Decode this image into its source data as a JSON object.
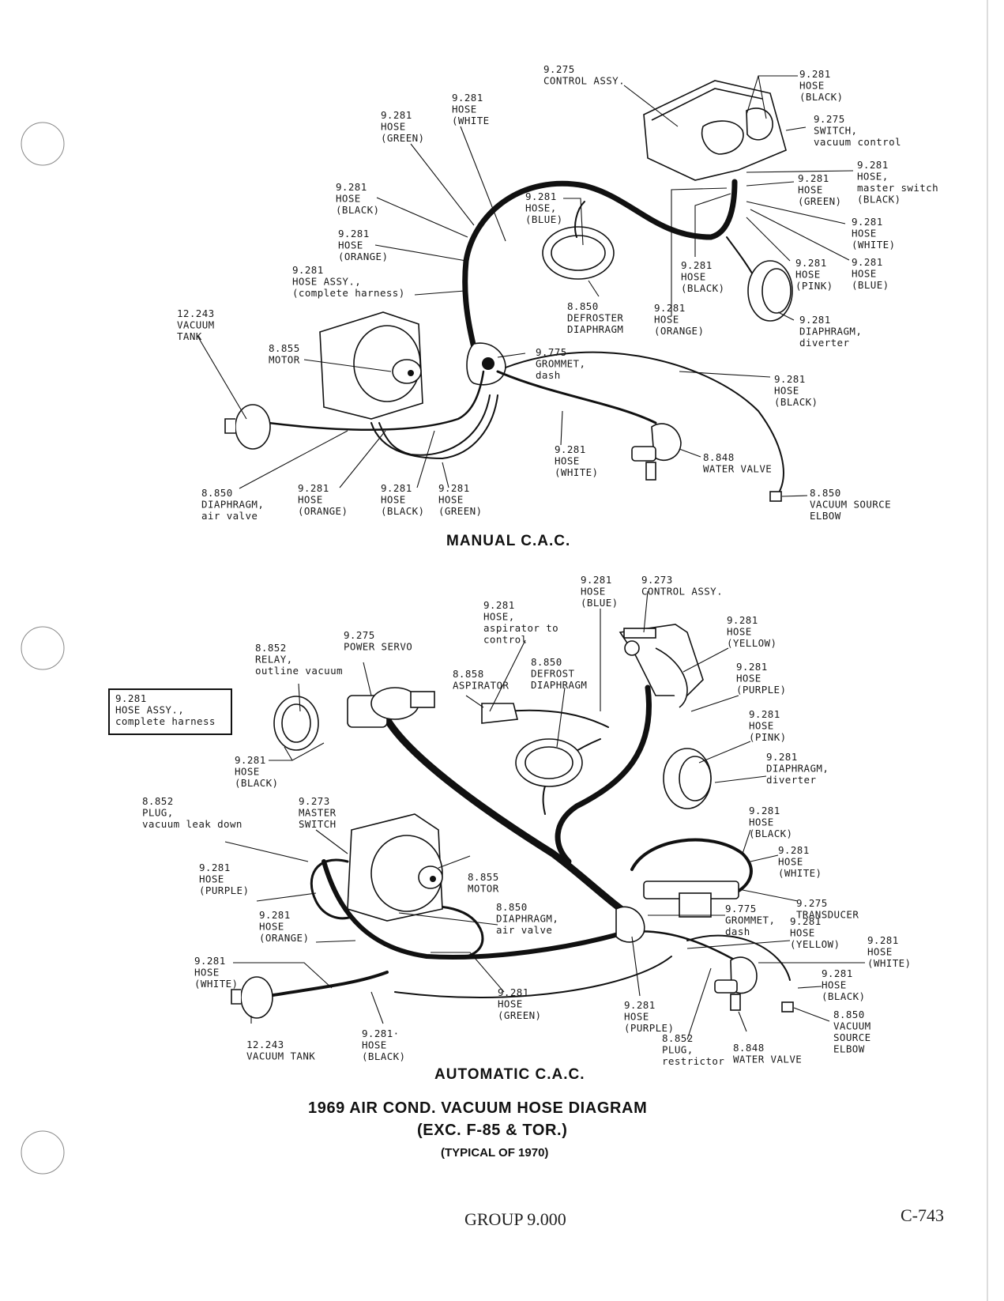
{
  "manual": {
    "title": "MANUAL  C.A.C.",
    "labels": [
      {
        "id": "m-control-assy",
        "lines": [
          "9.275",
          "CONTROL ASSY."
        ]
      },
      {
        "id": "m-hose-white-top",
        "lines": [
          "9.281",
          "HOSE",
          "(WHITE"
        ]
      },
      {
        "id": "m-hose-green-top",
        "lines": [
          "9.281",
          "HOSE",
          "(GREEN)"
        ]
      },
      {
        "id": "m-hose-black-tr",
        "lines": [
          "9.281",
          "HOSE",
          "(BLACK)"
        ]
      },
      {
        "id": "m-switch",
        "lines": [
          "9.275",
          "SWITCH,",
          "vacuum control"
        ]
      },
      {
        "id": "m-master-switch",
        "lines": [
          "9.281",
          "HOSE,",
          "master switch",
          "(BLACK)"
        ]
      },
      {
        "id": "m-hose-green-r",
        "lines": [
          "9.281",
          "HOSE",
          "(GREEN)"
        ]
      },
      {
        "id": "m-hose-white-r",
        "lines": [
          "9.281",
          "HOSE",
          "(WHITE)"
        ]
      },
      {
        "id": "m-hose-blue-r",
        "lines": [
          "9.281",
          "HOSE",
          "(BLUE)"
        ]
      },
      {
        "id": "m-hose-pink",
        "lines": [
          "9.281",
          "HOSE",
          "(PINK)"
        ]
      },
      {
        "id": "m-hose-black-mid",
        "lines": [
          "9.281",
          "HOSE",
          "(BLACK)"
        ]
      },
      {
        "id": "m-hose-orange-mid",
        "lines": [
          "9.281",
          "HOSE",
          "(ORANGE)"
        ]
      },
      {
        "id": "m-diaphragm-diverter",
        "lines": [
          "9.281",
          "DIAPHRAGM,",
          "diverter"
        ]
      },
      {
        "id": "m-hose-blue",
        "lines": [
          "9.281",
          "HOSE,",
          "(BLUE)"
        ]
      },
      {
        "id": "m-defroster",
        "lines": [
          "8.850",
          "DEFROSTER",
          "DIAPHRAGM"
        ]
      },
      {
        "id": "m-hose-black-l",
        "lines": [
          "9.281",
          "HOSE",
          "(BLACK)"
        ]
      },
      {
        "id": "m-hose-orange-l",
        "lines": [
          "9.281",
          "HOSE",
          "(ORANGE)"
        ]
      },
      {
        "id": "m-harness",
        "lines": [
          "9.281",
          "HOSE ASSY.,",
          "(complete harness)"
        ]
      },
      {
        "id": "m-vacuum-tank",
        "lines": [
          "12.243",
          "VACUUM",
          "TANK"
        ]
      },
      {
        "id": "m-motor",
        "lines": [
          "8.855",
          "MOTOR"
        ]
      },
      {
        "id": "m-grommet",
        "lines": [
          "9.775",
          "GROMMET,",
          "dash"
        ]
      },
      {
        "id": "m-hose-black-far",
        "lines": [
          "9.281",
          "HOSE",
          "(BLACK)"
        ]
      },
      {
        "id": "m-hose-white-bot",
        "lines": [
          "9.281",
          "HOSE",
          "(WHITE)"
        ]
      },
      {
        "id": "m-water-valve",
        "lines": [
          "8.848",
          "WATER VALVE"
        ]
      },
      {
        "id": "m-source-elbow",
        "lines": [
          "8.850",
          "VACUUM SOURCE",
          "ELBOW"
        ]
      },
      {
        "id": "m-air-valve",
        "lines": [
          "8.850",
          "DIAPHRAGM,",
          "air valve"
        ]
      },
      {
        "id": "m-hose-orange-b",
        "lines": [
          "9.281",
          "HOSE",
          "(ORANGE)"
        ]
      },
      {
        "id": "m-hose-black-b",
        "lines": [
          "9.281",
          "HOSE",
          "(BLACK)"
        ]
      },
      {
        "id": "m-hose-green-b",
        "lines": [
          "9.281",
          "HOSE",
          "(GREEN)"
        ]
      }
    ]
  },
  "automatic": {
    "title": "AUTOMATIC  C.A.C.",
    "labels": [
      {
        "id": "a-hose-blue",
        "lines": [
          "9.281",
          "HOSE",
          "(BLUE)"
        ]
      },
      {
        "id": "a-control-assy",
        "lines": [
          "9.273",
          "CONTROL ASSY."
        ]
      },
      {
        "id": "a-aspirator-hose",
        "lines": [
          "9.281",
          "HOSE,",
          "aspirator to",
          "control"
        ]
      },
      {
        "id": "a-power-servo",
        "lines": [
          "9.275",
          "POWER SERVO"
        ]
      },
      {
        "id": "a-relay",
        "lines": [
          "8.852",
          "RELAY,",
          "outline vacuum"
        ]
      },
      {
        "id": "a-aspirator",
        "lines": [
          "8.858",
          "ASPIRATOR"
        ]
      },
      {
        "id": "a-defrost",
        "lines": [
          "8.850",
          "DEFROST",
          "DIAPHRAGM"
        ]
      },
      {
        "id": "a-hose-yellow-t",
        "lines": [
          "9.281",
          "HOSE",
          "(YELLOW)"
        ]
      },
      {
        "id": "a-hose-purple-t",
        "lines": [
          "9.281",
          "HOSE",
          "(PURPLE)"
        ]
      },
      {
        "id": "a-hose-pink",
        "lines": [
          "9.281",
          "HOSE",
          "(PINK)"
        ]
      },
      {
        "id": "a-diverter",
        "lines": [
          "9.281",
          "DIAPHRAGM,",
          "diverter"
        ]
      },
      {
        "id": "a-hose-black-l",
        "lines": [
          "9.281",
          "HOSE",
          "(BLACK)"
        ]
      },
      {
        "id": "a-plug-leak",
        "lines": [
          "8.852",
          "PLUG,",
          "vacuum leak down"
        ]
      },
      {
        "id": "a-master-switch",
        "lines": [
          "9.273",
          "MASTER",
          "SWITCH"
        ]
      },
      {
        "id": "a-hose-black-r",
        "lines": [
          "9.281",
          "HOSE",
          "(BLACK)"
        ]
      },
      {
        "id": "a-hose-white-r",
        "lines": [
          "9.281",
          "HOSE",
          "(WHITE)"
        ]
      },
      {
        "id": "a-transducer",
        "lines": [
          "9.275",
          "TRANSDUCER"
        ]
      },
      {
        "id": "a-grommet",
        "lines": [
          "9.775",
          "GROMMET,",
          "dash"
        ]
      },
      {
        "id": "a-hose-yellow-b",
        "lines": [
          "9.281",
          "HOSE",
          "(YELLOW)"
        ]
      },
      {
        "id": "a-hose-white-far",
        "lines": [
          "9.281",
          "HOSE",
          "(WHITE)"
        ]
      },
      {
        "id": "a-hose-black-far",
        "lines": [
          "9.281",
          "HOSE",
          "(BLACK)"
        ]
      },
      {
        "id": "a-source-elbow",
        "lines": [
          "8.850",
          "VACUUM",
          "SOURCE",
          "ELBOW"
        ]
      },
      {
        "id": "a-hose-purple-l",
        "lines": [
          "9.281",
          "HOSE",
          "(PURPLE)"
        ]
      },
      {
        "id": "a-motor",
        "lines": [
          "8.855",
          "MOTOR"
        ]
      },
      {
        "id": "a-air-valve",
        "lines": [
          "8.850",
          "DIAPHRAGM,",
          "air valve"
        ]
      },
      {
        "id": "a-hose-orange",
        "lines": [
          "9.281",
          "HOSE",
          "(ORANGE)"
        ]
      },
      {
        "id": "a-hose-white-l",
        "lines": [
          "9.281",
          "HOSE",
          "(WHITE)"
        ]
      },
      {
        "id": "a-hose-green",
        "lines": [
          "9.281",
          "HOSE",
          "(GREEN)"
        ]
      },
      {
        "id": "a-hose-purple-b",
        "lines": [
          "9.281",
          "HOSE",
          "(PURPLE)"
        ]
      },
      {
        "id": "a-vacuum-tank",
        "lines": [
          "12.243",
          "VACUUM TANK"
        ]
      },
      {
        "id": "a-hose-black-b",
        "lines": [
          "9.281·",
          "HOSE",
          "(BLACK)"
        ]
      },
      {
        "id": "a-plug-restrictor",
        "lines": [
          "8.852",
          "PLUG,",
          "restrictor"
        ]
      },
      {
        "id": "a-water-valve",
        "lines": [
          "8.848",
          "WATER VALVE"
        ]
      }
    ],
    "harness_box": {
      "lines": [
        "9.281",
        "HOSE ASSY.,",
        "complete harness"
      ]
    }
  },
  "titles": {
    "main": "1969 AIR COND. VACUUM HOSE DIAGRAM",
    "sub": "(EXC. F-85 & TOR.)",
    "note": "(TYPICAL OF 1970)"
  },
  "footer": {
    "group": "GROUP 9.000",
    "page": "C-743"
  }
}
